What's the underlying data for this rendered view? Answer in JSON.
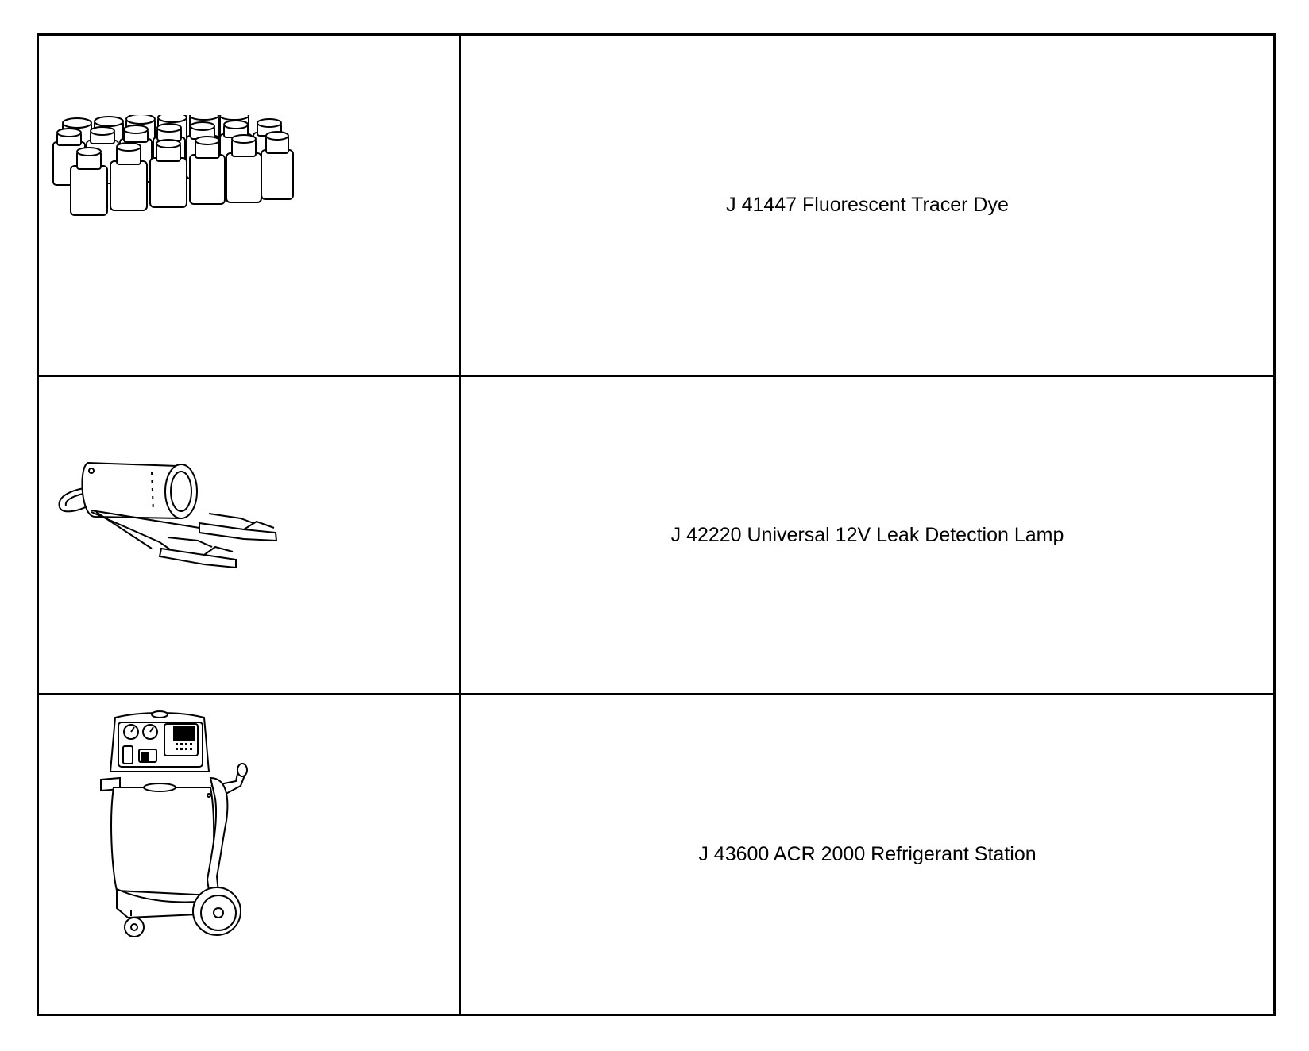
{
  "tools": [
    {
      "illustration": "fluorescent-dye-bottles-icon",
      "label": "J 41447 Fluorescent Tracer Dye"
    },
    {
      "illustration": "leak-detection-lamp-icon",
      "label": "J 42220 Universal 12V Leak Detection Lamp"
    },
    {
      "illustration": "refrigerant-station-icon",
      "label": "J 43600 ACR 2000 Refrigerant Station"
    }
  ],
  "colors": {
    "line": "#000000",
    "background": "#ffffff"
  }
}
